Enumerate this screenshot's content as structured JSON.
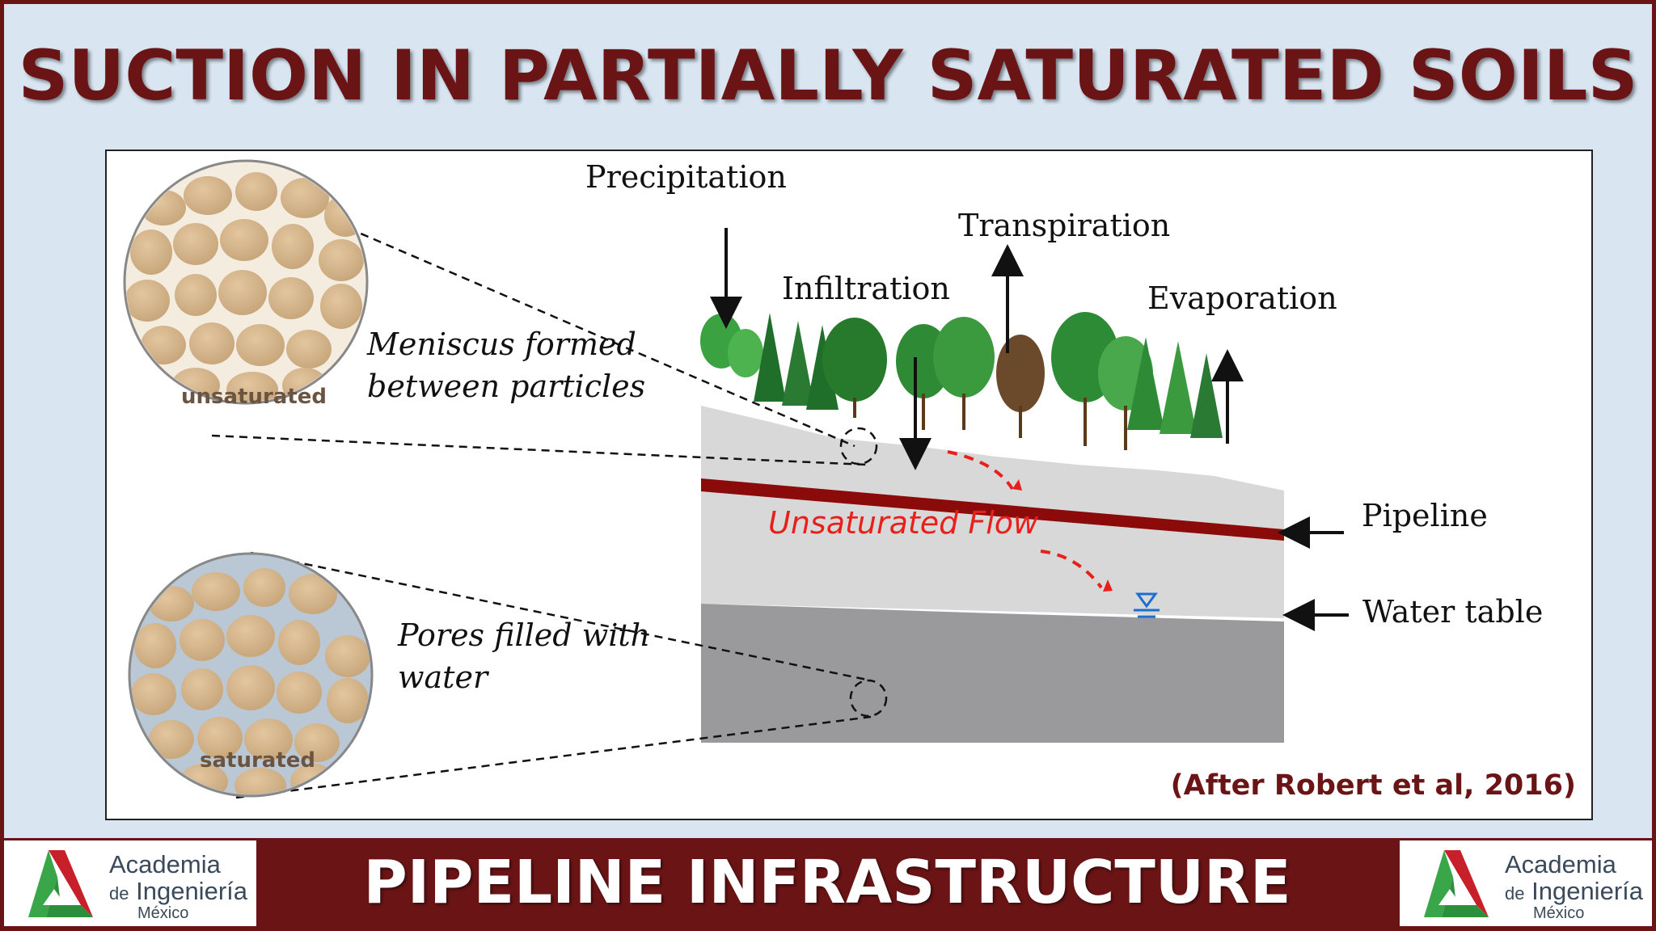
{
  "slide": {
    "title": "SUCTION IN PARTIALLY SATURATED SOILS",
    "footer_title": "PIPELINE INFRASTRUCTURE",
    "citation": "(After Robert et al, 2016)",
    "colors": {
      "brand": "#6b1416",
      "background": "#d9e6f2",
      "flow": "#e8201c",
      "water": "#1a6fd1"
    }
  },
  "diagram": {
    "labels": {
      "precipitation": "Precipitation",
      "transpiration": "Transpiration",
      "infiltration": "Infiltration",
      "evaporation": "Evaporation",
      "pipeline": "Pipeline",
      "water_table": "Water table",
      "unsaturated_flow": "Unsaturated Flow"
    },
    "unsaturated_detail": {
      "badge": "unsaturated",
      "caption_line1": "Meniscus formed",
      "caption_line2": "between particles"
    },
    "saturated_detail": {
      "badge": "saturated",
      "caption_line1": "Pores filled with",
      "caption_line2": "water"
    }
  },
  "logos": {
    "line1": "Academia",
    "line2_prefix": "de",
    "line2": "Ingeniería",
    "line3": "México"
  }
}
